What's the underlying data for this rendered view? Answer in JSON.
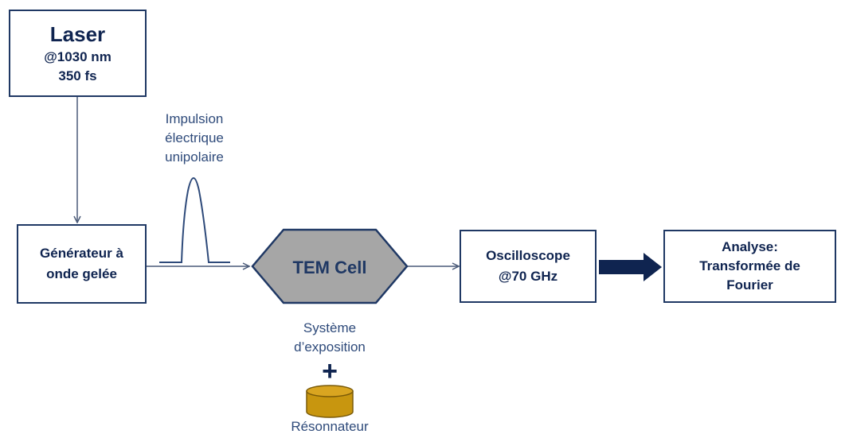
{
  "colors": {
    "box_border": "#1f3864",
    "text_dark": "#0f2450",
    "text_label": "#2e4a7a",
    "arrow_line": "#4a5a78",
    "tem_fill": "#a6a6a6",
    "tem_border": "#1f3864",
    "thick_arrow": "#0f2450",
    "resonator_fill": "#c8960f",
    "resonator_edge": "#7a5a08"
  },
  "laser": {
    "title": "Laser",
    "wavelength": "@1030 nm",
    "duration": "350 fs"
  },
  "generator": {
    "line1": "Générateur à",
    "line2": "onde gelée"
  },
  "pulse_label": {
    "line1": "Impulsion",
    "line2": "électrique",
    "line3": "unipolaire"
  },
  "tem_cell": {
    "label": "TEM Cell"
  },
  "exposure": {
    "line1": "Système",
    "line2": "d’exposition"
  },
  "plus": "+",
  "resonator": {
    "label": "Résonnateur"
  },
  "oscilloscope": {
    "line1": "Oscilloscope",
    "line2": "@70 GHz"
  },
  "analysis": {
    "line1": "Analyse:",
    "line2": "Transformée de",
    "line3": "Fourier"
  }
}
